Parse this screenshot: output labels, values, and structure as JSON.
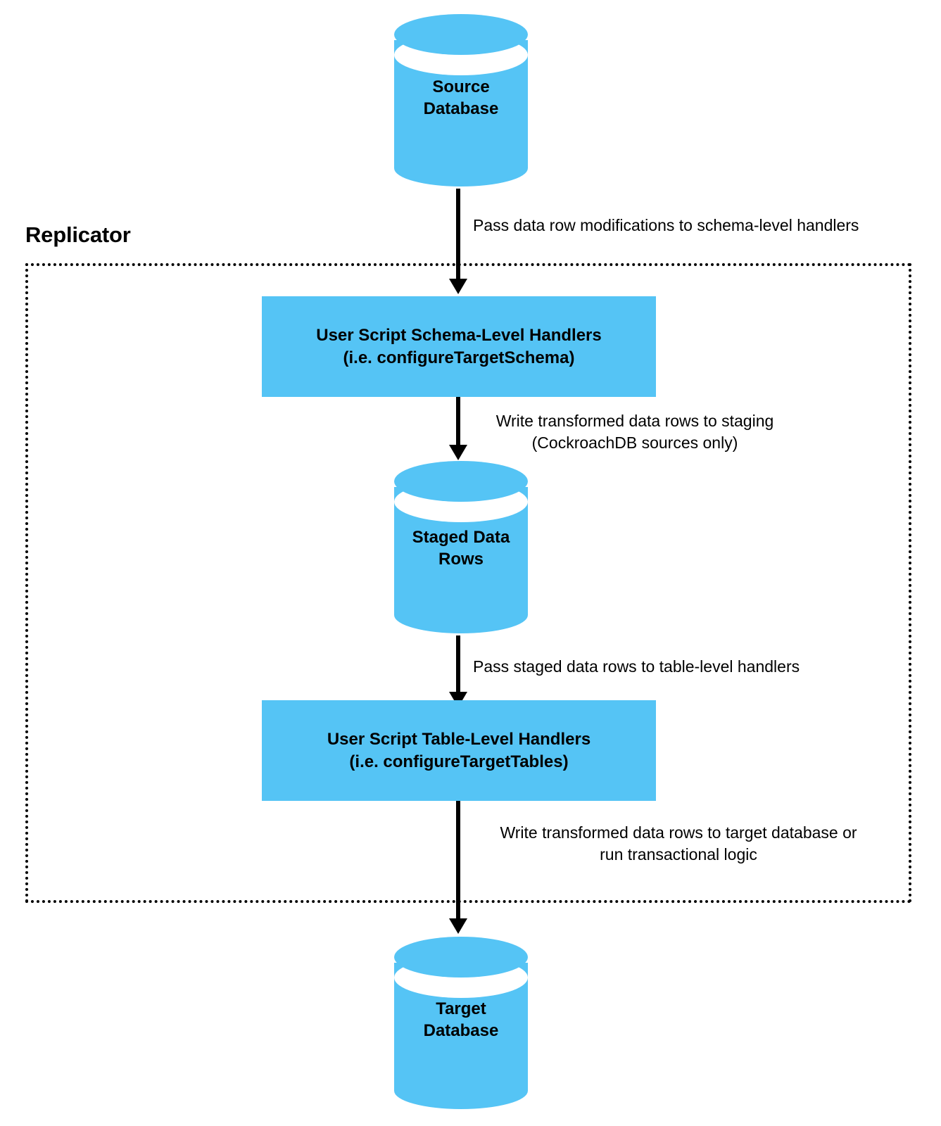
{
  "diagram": {
    "title_label": "Replicator",
    "accent_color": "#55c4f5",
    "line_color": "#000000",
    "background_color": "#ffffff"
  },
  "nodes": {
    "source_database": {
      "label": "Source\nDatabase",
      "shape": "cylinder"
    },
    "schema_handlers": {
      "label": "User Script Schema-Level Handlers\n(i.e. configureTargetSchema)",
      "shape": "rectangle"
    },
    "staged_rows": {
      "label": "Staged Data\nRows",
      "shape": "cylinder"
    },
    "table_handlers": {
      "label": "User Script Table-Level Handlers\n(i.e. configureTargetTables)",
      "shape": "rectangle"
    },
    "target_database": {
      "label": "Target\nDatabase",
      "shape": "cylinder"
    }
  },
  "edges": {
    "source_to_schema": {
      "label": "Pass data row modifications to schema-level handlers"
    },
    "schema_to_staged": {
      "label": "Write transformed data rows to staging\n(CockroachDB sources only)"
    },
    "staged_to_table": {
      "label": "Pass staged data rows to table-level handlers"
    },
    "table_to_target": {
      "label": "Write transformed data rows to target database or\nrun transactional logic"
    }
  }
}
